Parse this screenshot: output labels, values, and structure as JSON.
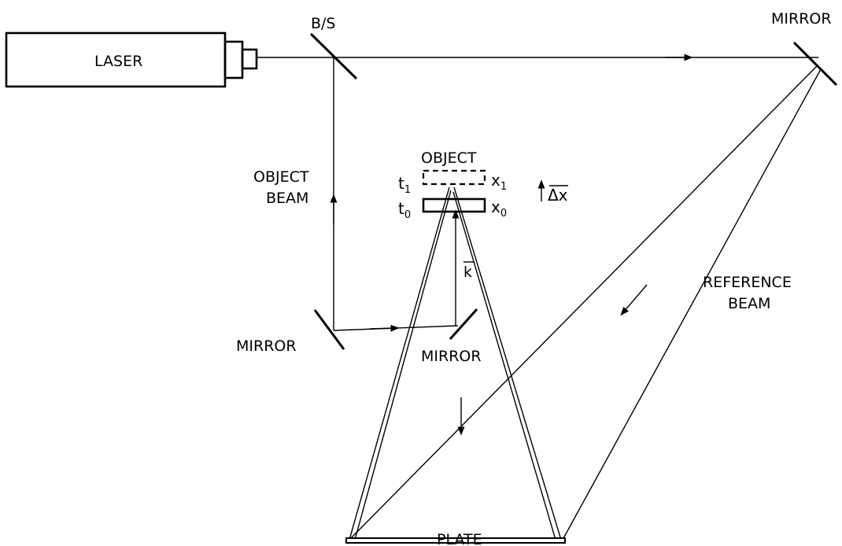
{
  "labels": {
    "laser": "LASER",
    "beam_splitter": "B/S",
    "mirror_top_right": "MIRROR",
    "object_title": "OBJECT",
    "t1": "t",
    "t1_sub": "1",
    "x1": "x",
    "x1_sub": "1",
    "t0": "t",
    "t0_sub": "0",
    "x0": "x",
    "x0_sub": "0",
    "delta_x": "Δx",
    "k_vector": "k",
    "object_beam_line1": "OBJECT",
    "object_beam_line2": "BEAM",
    "mirror_left": "MIRROR",
    "mirror_center": "MIRROR",
    "reference_beam_line1": "REFERENCE",
    "reference_beam_line2": "BEAM",
    "plate": "PLATE"
  }
}
